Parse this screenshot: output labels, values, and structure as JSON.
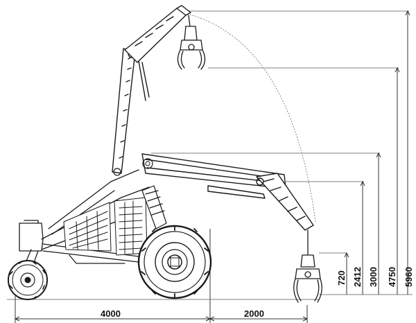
{
  "dimensions": {
    "horizontal": [
      "4000",
      "2000"
    ],
    "vertical": [
      "720",
      "2412",
      "3000",
      "4750",
      "5960"
    ]
  }
}
